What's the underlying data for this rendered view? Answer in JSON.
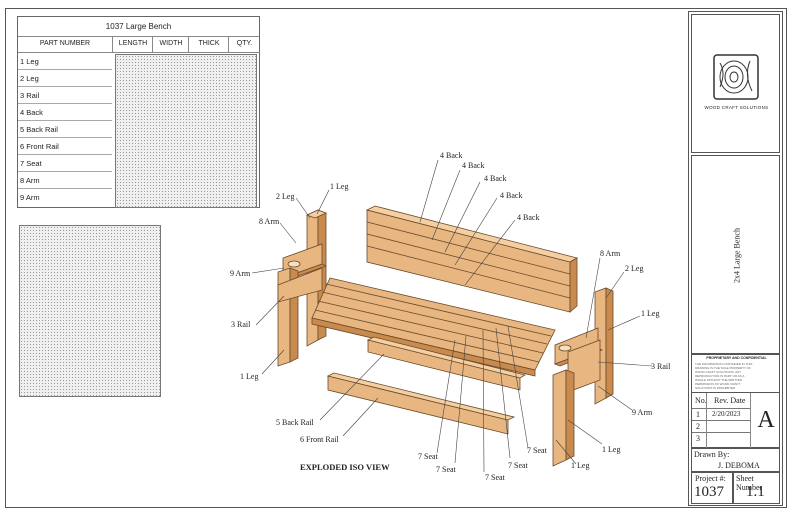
{
  "parts_table": {
    "title": "1037 Large Bench",
    "headers": {
      "part": "PART NUMBER",
      "length": "LENGTH",
      "width": "WIDTH",
      "thick": "THICK",
      "qty": "QTY."
    },
    "rows": [
      "1 Leg",
      "2 Leg",
      "3 Rail",
      "4 Back",
      "5 Back Rail",
      "6 Front Rail",
      "7 Seat",
      "8 Arm",
      "9 Arm"
    ]
  },
  "drawing": {
    "view_title": "EXPLODED ISO VIEW",
    "callouts": {
      "leg1_top": "1 Leg",
      "leg2_left": "2 Leg",
      "arm8_left": "8 Arm",
      "arm9_left": "9 Arm",
      "rail3_left": "3 Rail",
      "leg1_bottom": "1 Leg",
      "back1": "4 Back",
      "back2": "4 Back",
      "back3": "4 Back",
      "back4": "4 Back",
      "back5": "4 Back",
      "arm8_right": "8 Arm",
      "leg2_right": "2 Leg",
      "leg1_right": "1 Leg",
      "rail3_right": "3 Rail",
      "arm9_right": "9 Arm",
      "leg1_right_low": "1 Leg",
      "leg1_right_bottom": "1 Leg",
      "seat7a": "7 Seat",
      "seat7b": "7 Seat",
      "seat7c": "7 Seat",
      "seat7d": "7 Seat",
      "seat7e": "7 Seat",
      "back_rail": "5 Back Rail",
      "front_rail": "6 Front Rail"
    }
  },
  "title_block": {
    "company": "WOOD CRAFT SOLUTIONS",
    "drawing_title": "2x4 Large Bench",
    "rev_headers": {
      "no": "No.",
      "date": "Rev. Date"
    },
    "revisions": [
      {
        "no": "1",
        "date": "2/20/2023"
      },
      {
        "no": "2",
        "date": ""
      },
      {
        "no": "3",
        "date": ""
      }
    ],
    "revision_letter": "A",
    "proprietary_title": "PROPRIETARY AND CONFIDENTIAL",
    "proprietary_text": "THE INFORMATION CONTAINED IN THIS DRAWING IS THE SOLE PROPERTY OF WOOD CRAFT SOLUTIONS. ANY REPRODUCTION IN PART OR AS A WHOLE WITHOUT THE WRITTEN PERMISSION OF WOOD CRAFT SOLUTIONS IS PROHIBITED.",
    "drawn_by_label": "Drawn By:",
    "drawn_by": "J. DEBOMA",
    "project_label": "Project #:",
    "project_number": "1037",
    "sheet_label": "Sheet Number",
    "sheet_number": "1.1"
  },
  "colors": {
    "wood": "#e8b680",
    "wood_dark": "#c98a4e",
    "line": "#6b4a2b"
  }
}
